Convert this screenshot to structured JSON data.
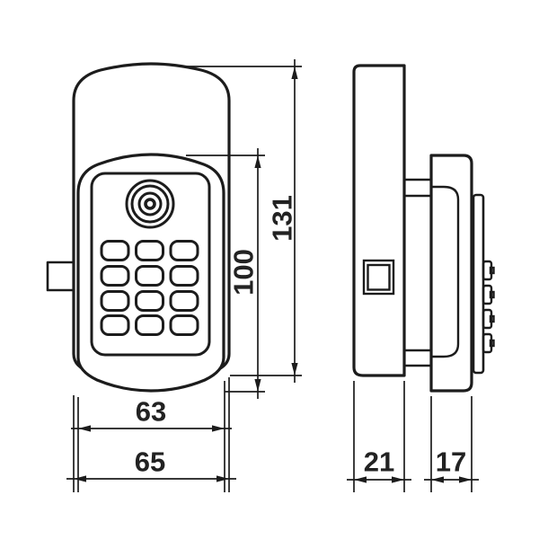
{
  "drawing": {
    "background_color": "#ffffff",
    "line_color": "#1c1c1c",
    "views": {
      "front": {
        "name": "front-view",
        "parts": [
          "rounded body",
          "latch bolt tab",
          "keypad panel",
          "keypad face plate",
          "key cylinder dial",
          "keypad buttons"
        ]
      },
      "side": {
        "name": "side-view",
        "parts": [
          "front unit profile",
          "bolt opening",
          "mounting posts",
          "rear unit plate",
          "inner cover",
          "contact strip",
          "contact bumps"
        ]
      }
    },
    "keypad": {
      "rows": 4,
      "cols": 3,
      "button_count": 12
    },
    "dial": {
      "ring_count": 3
    },
    "dimensions": {
      "overall_height": {
        "value": "131",
        "orientation": "vertical",
        "view": "front"
      },
      "panel_height": {
        "value": "100",
        "orientation": "vertical",
        "view": "front"
      },
      "panel_width": {
        "value": "63",
        "orientation": "horizontal",
        "view": "front"
      },
      "overall_width": {
        "value": "65",
        "orientation": "horizontal",
        "view": "front"
      },
      "front_depth": {
        "value": "21",
        "orientation": "horizontal",
        "view": "side"
      },
      "rear_depth": {
        "value": "17",
        "orientation": "horizontal",
        "view": "side"
      }
    }
  }
}
